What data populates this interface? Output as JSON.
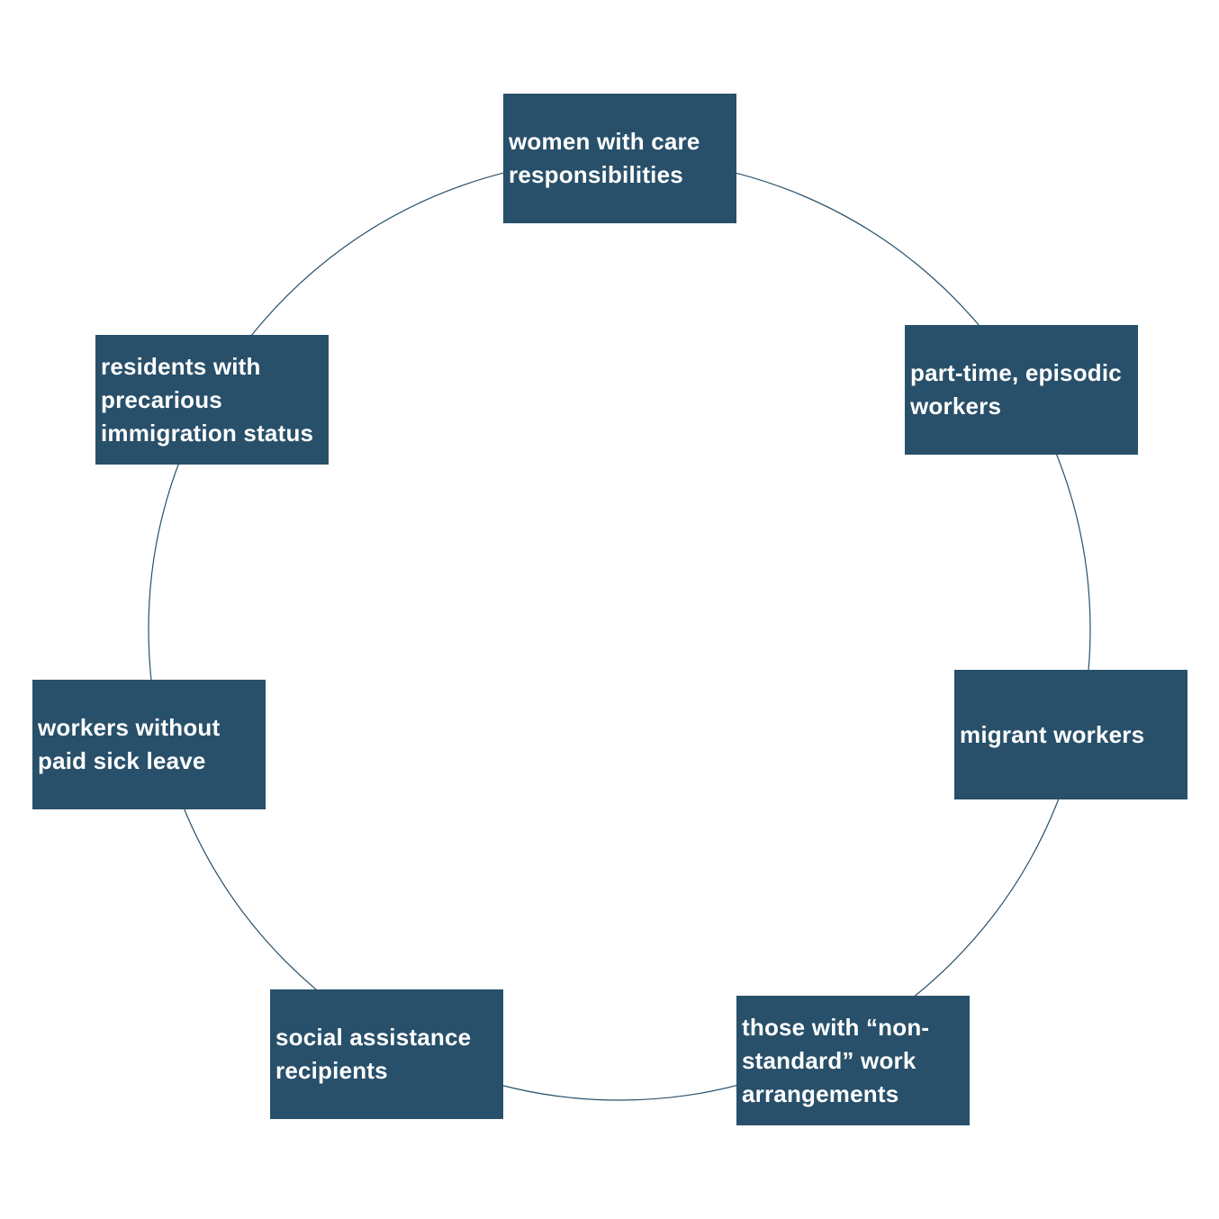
{
  "diagram": {
    "colors": {
      "box_fill": "#28506a",
      "box_text": "#ffffff",
      "ring_stroke": "#28506a",
      "background": "#ffffff"
    },
    "nodes": [
      {
        "label": "women with care responsibilities"
      },
      {
        "label": "part-time, episodic workers"
      },
      {
        "label": "migrant workers"
      },
      {
        "label": "those with “non-standard” work arrangements"
      },
      {
        "label": "social assistance recipients"
      },
      {
        "label": "workers without paid sick leave"
      },
      {
        "label": "residents with precarious immigration status"
      }
    ]
  }
}
